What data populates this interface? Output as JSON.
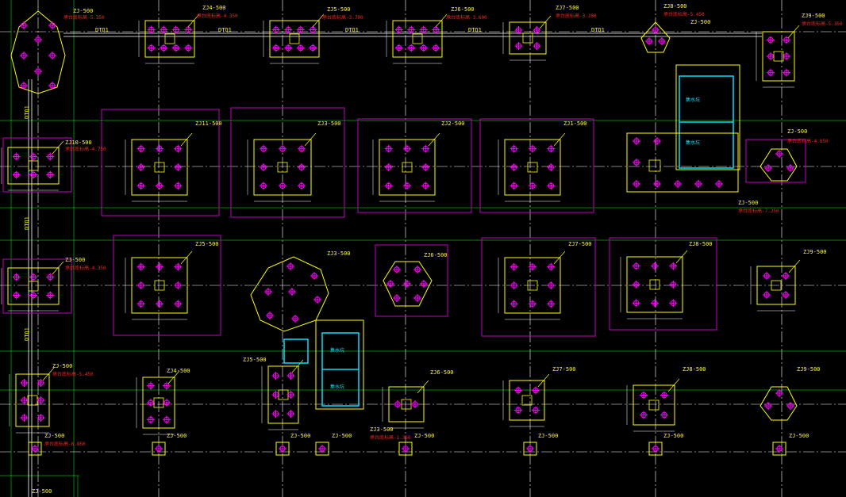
{
  "colors": {
    "background": "#000000",
    "axis": "#ffffff",
    "grid_green": "#00ff00",
    "cap": "#ffff00",
    "pile": "#ff00ff",
    "outline": "#c000c0",
    "note": "#ff2020",
    "dim": "#ffffff",
    "cyan": "#00e0ff"
  },
  "labels": {
    "beam_mark": "DTQ1",
    "elev_tag_1": "ZJ-500",
    "elev_note_1": "承台底标高-5.350",
    "elev_note_2": "承台底标高-4.350",
    "elev_note_3": "承台底标高-3.700",
    "elev_note_4": "承台底标高-3.600",
    "elev_note_5": "承台底标高-3.200",
    "elev_note_6": "承台底标高-5.450",
    "elev_note_7": "承台底标高-5.350",
    "elev_note_8": "承台底标高-4.750",
    "elev_note_9": "承台底标高-4.850",
    "elev_note_10": "承台底标高-7.250",
    "elev_note_11": "承台底标高-4.350",
    "elev_note_12": "承台底标高-5.450",
    "elev_note_13": "承台底标高-1.350",
    "elev_note_14": "承台底标高-6.850",
    "bottom_left": "ZJ-500",
    "pit_label": "集水坑"
  },
  "caps": [
    {
      "id": "ZJ-500-a",
      "name": "ZJ-500"
    },
    {
      "id": "ZJ4-500",
      "name": "ZJ4-500"
    },
    {
      "id": "ZJ5-500",
      "name": "ZJ5-500"
    },
    {
      "id": "ZJ6-500",
      "name": "ZJ6-500"
    },
    {
      "id": "ZJ7-500",
      "name": "ZJ7-500"
    },
    {
      "id": "ZJ8-500",
      "name": "ZJ8-500"
    },
    {
      "id": "ZJ9-500",
      "name": "ZJ9-500"
    },
    {
      "id": "ZJ10-500",
      "name": "ZJ10-500"
    },
    {
      "id": "ZJ11-500",
      "name": "ZJ11-500"
    },
    {
      "id": "ZJ3-500",
      "name": "ZJ3-500"
    },
    {
      "id": "ZJ2-500",
      "name": "ZJ2-500"
    },
    {
      "id": "ZJ1-500",
      "name": "ZJ1-500"
    }
  ]
}
